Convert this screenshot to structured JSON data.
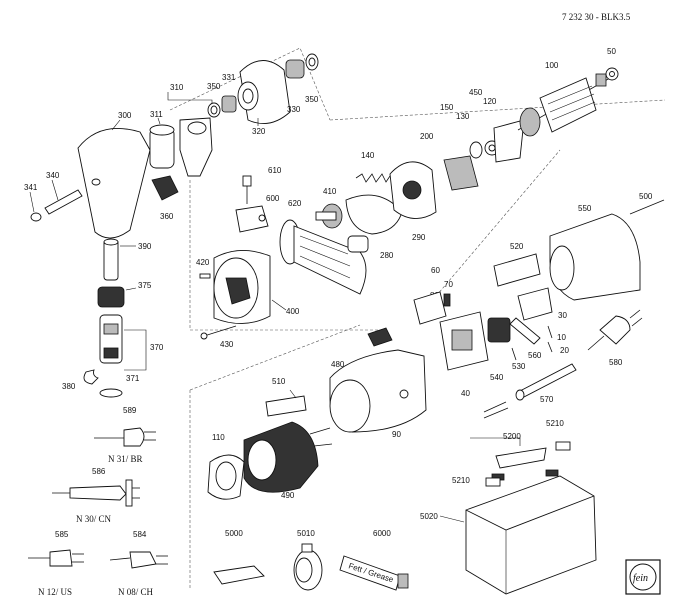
{
  "header": {
    "doc_id": "7 232 30 - BLK3.5"
  },
  "logo": {
    "text": "fein"
  },
  "labels": {
    "p50": "50",
    "p100": "100",
    "p120": "120",
    "p130": "130",
    "p140": "140",
    "p150": "150",
    "p200": "200",
    "p280": "280",
    "p290": "290",
    "p300": "300",
    "p310": "310",
    "p311": "311",
    "p320": "320",
    "p330": "330",
    "p331": "331",
    "p340": "340",
    "p341": "341",
    "p350a": "350",
    "p350b": "350",
    "p360": "360",
    "p370": "370",
    "p371": "371",
    "p375": "375",
    "p380": "380",
    "p390": "390",
    "p400": "400",
    "p410": "410",
    "p420": "420",
    "p430": "430",
    "p450": "450",
    "p480": "480",
    "p490": "490",
    "p500": "500",
    "p510": "510",
    "p520": "520",
    "p530": "530",
    "p540": "540",
    "p550": "550",
    "p560": "560",
    "p570": "570",
    "p580": "580",
    "p589": "589",
    "p586": "586",
    "p585": "585",
    "p584": "584",
    "p600": "600",
    "p610": "610",
    "p620": "620",
    "p10": "10",
    "p20": "20",
    "p30": "30",
    "p40": "40",
    "p60": "60",
    "p70": "70",
    "p80": "80",
    "p90": "90",
    "p110": "110",
    "p5000": "5000",
    "p5010": "5010",
    "p5020": "5020",
    "p5200": "5200",
    "p5210a": "5210",
    "p5210b": "5210",
    "p6000": "6000"
  },
  "plug_variants": {
    "n31": "N 31/ BR",
    "n30": "N 30/ CN",
    "n12": "N 12/ US",
    "n08": "N 08/ CH"
  },
  "grease_tube": {
    "text": "Fett / Grease"
  }
}
